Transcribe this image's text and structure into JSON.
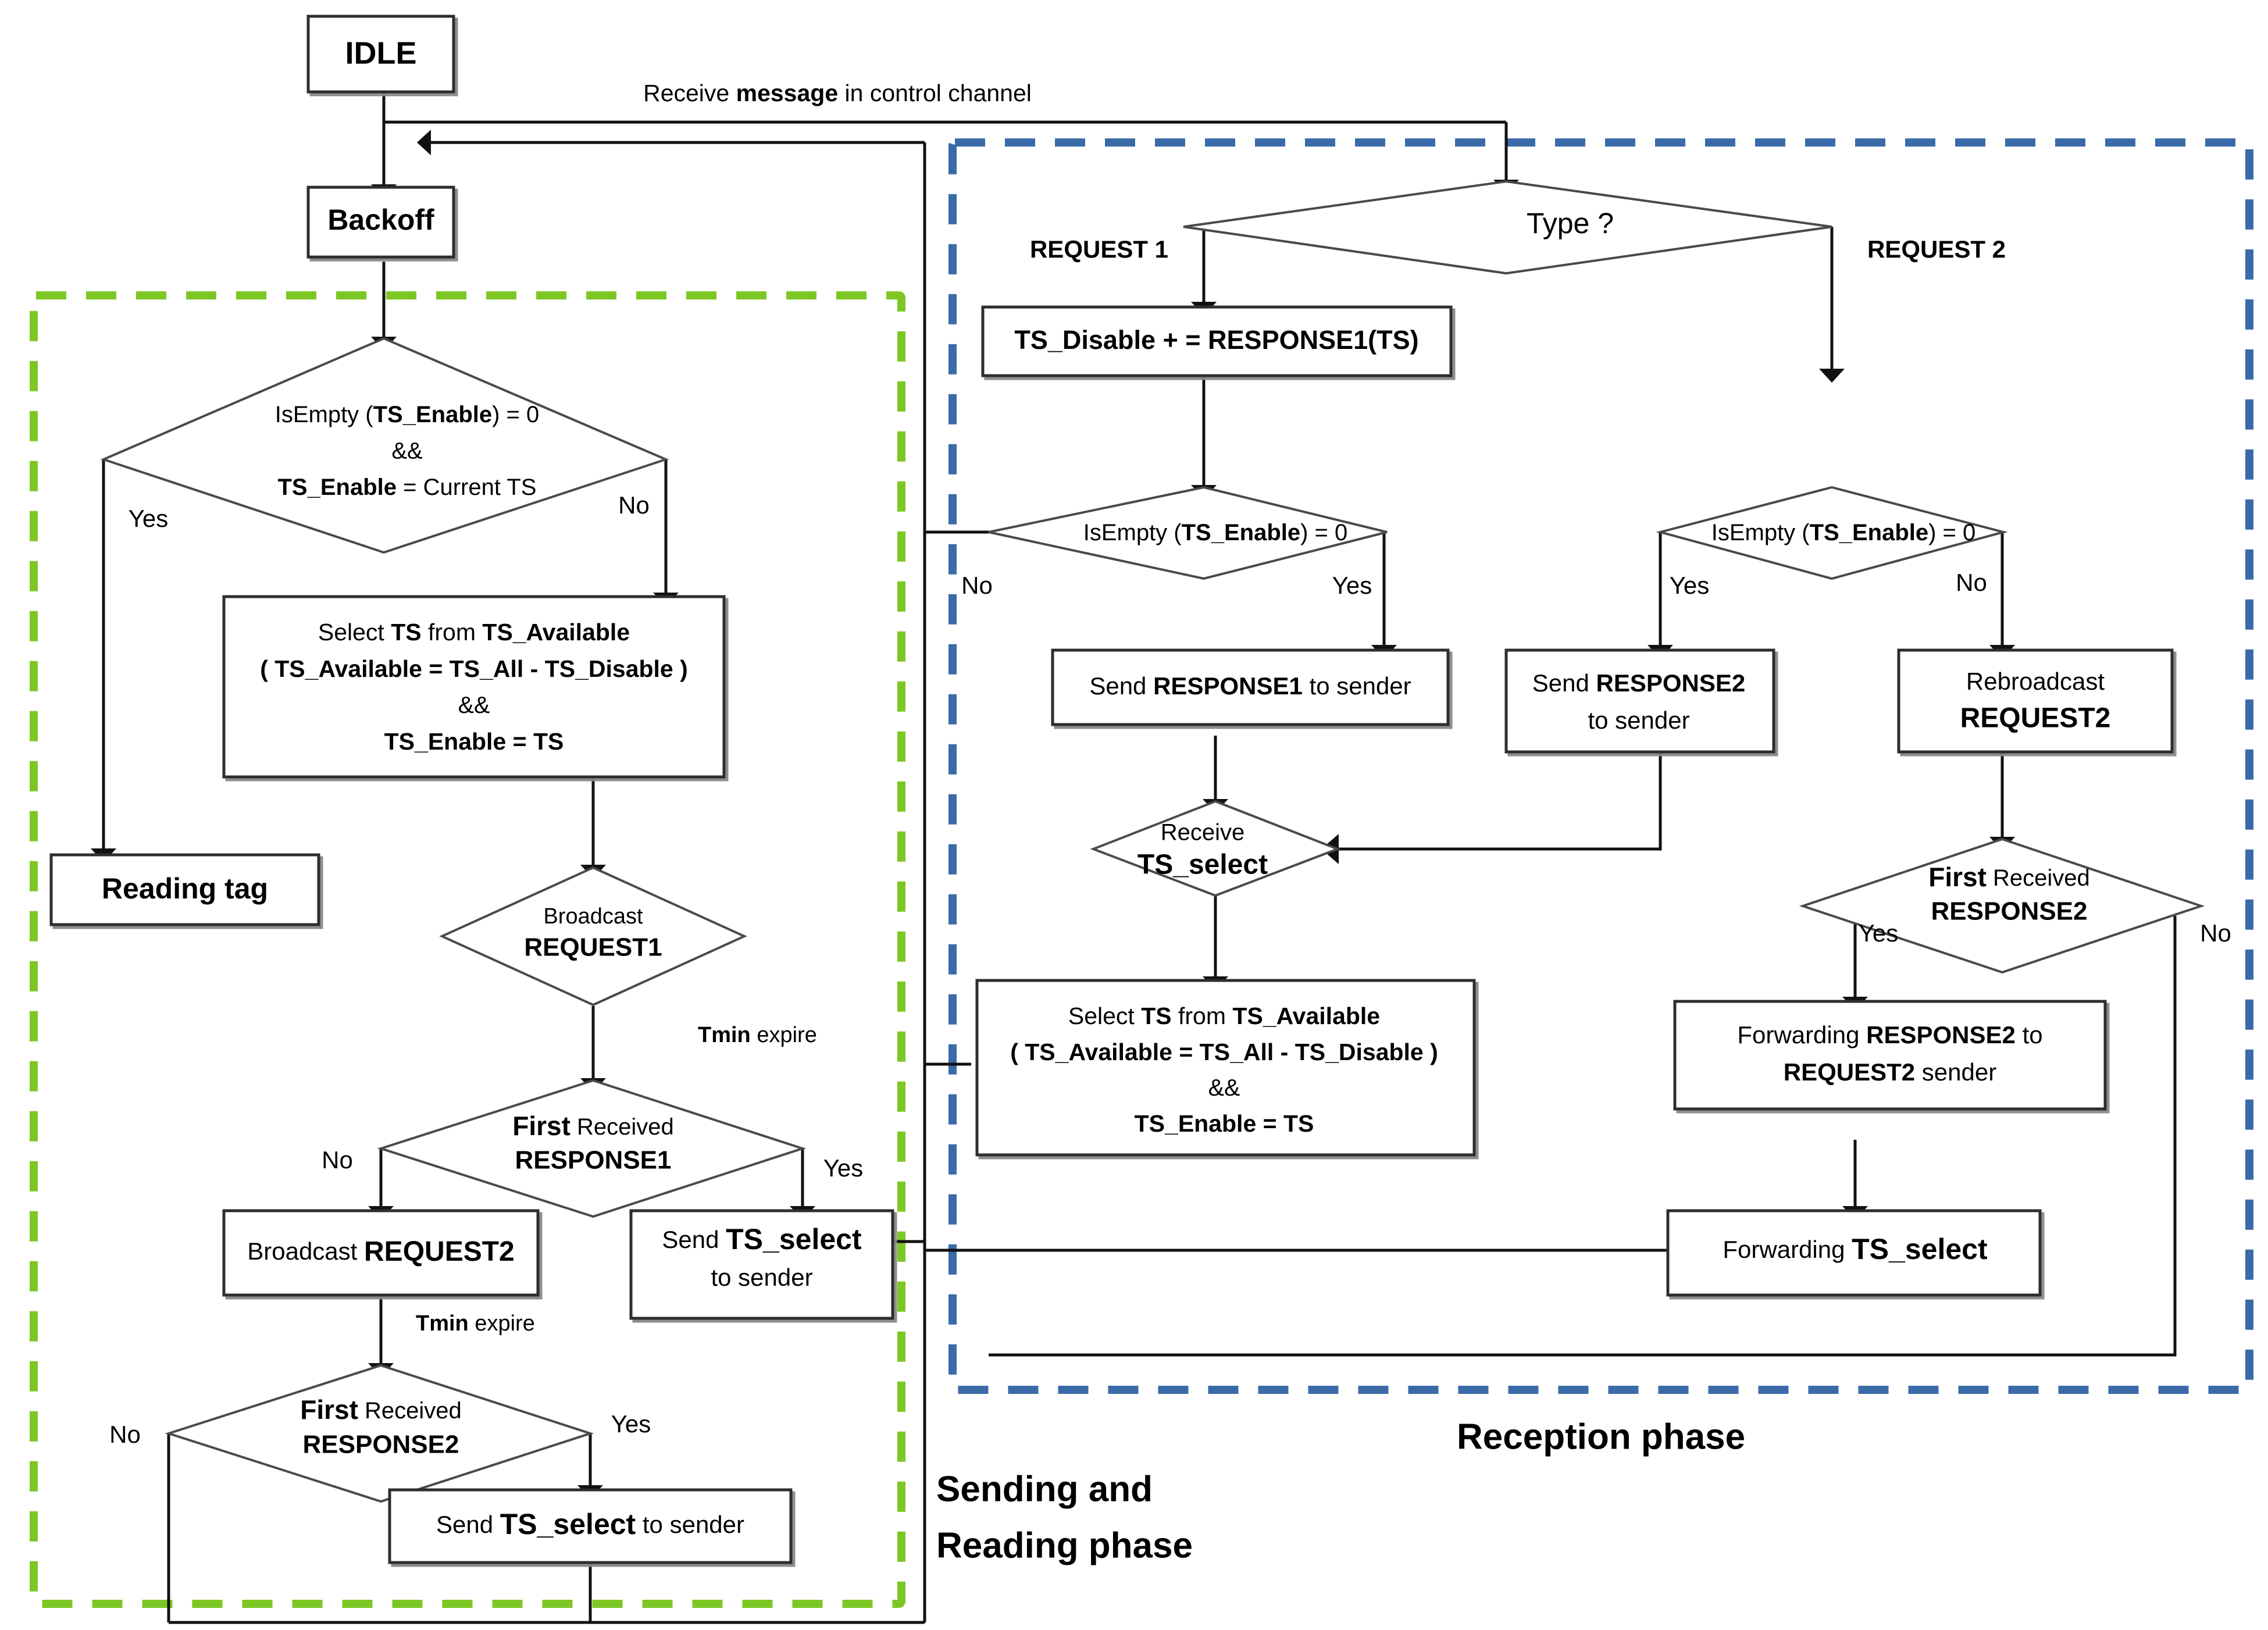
{
  "diagram": {
    "title": "Time-slot selection protocol state flowchart",
    "colors": {
      "sending_phase_border": "#7DC724",
      "sending_phase_label": "#7DC724",
      "reception_phase_border": "#3A6BA8",
      "reception_phase_label": "#2E5C9E",
      "shape_stroke": "#3a3a3a",
      "shape_fill": "#ffffff",
      "connector": "#1a1a1a"
    },
    "phases": [
      {
        "id": "sending",
        "label_line1": "Sending and",
        "label_line2": "Reading phase"
      },
      {
        "id": "reception",
        "label_line1": "Reception phase",
        "label_line2": ""
      }
    ],
    "nodes": {
      "idle": {
        "label": "IDLE",
        "shape": "process"
      },
      "backoff": {
        "label": "Backoff",
        "shape": "process"
      },
      "dec_enable_current": {
        "shape": "decision",
        "lines": [
          {
            "parts": [
              {
                "t": "IsEmpty (",
                "b": false
              },
              {
                "t": "TS_Enable",
                "b": true
              },
              {
                "t": ") = 0",
                "b": false
              }
            ]
          },
          {
            "parts": [
              {
                "t": "&&",
                "b": false
              }
            ]
          },
          {
            "parts": [
              {
                "t": "TS_Enable",
                "b": true
              },
              {
                "t": " = Current TS",
                "b": false
              }
            ]
          }
        ],
        "yes_label": "Yes",
        "no_label": "No"
      },
      "reading_tag": {
        "label": "Reading tag",
        "shape": "process"
      },
      "select_ts_left": {
        "shape": "process",
        "lines": [
          {
            "parts": [
              {
                "t": "Select  ",
                "b": false
              },
              {
                "t": "TS",
                "b": true
              },
              {
                "t": " from ",
                "b": false
              },
              {
                "t": "TS_Available",
                "b": true
              }
            ]
          },
          {
            "parts": [
              {
                "t": "( TS_Available = TS_All - TS_Disable )",
                "b": true
              }
            ]
          },
          {
            "parts": [
              {
                "t": "&&",
                "b": false
              }
            ]
          },
          {
            "parts": [
              {
                "t": "TS_Enable",
                "b": true
              },
              {
                "t": " = TS",
                "b": true
              }
            ]
          }
        ]
      },
      "broadcast_request1": {
        "shape": "decision",
        "lines": [
          {
            "parts": [
              {
                "t": "Broadcast",
                "b": false
              }
            ]
          },
          {
            "parts": [
              {
                "t": "REQUEST1",
                "b": true
              }
            ]
          }
        ],
        "edge_label": "Tmin expire"
      },
      "first_resp1": {
        "shape": "decision",
        "lines": [
          {
            "parts": [
              {
                "t": "First",
                "b": true
              },
              {
                "t": " Received",
                "b": false
              }
            ]
          },
          {
            "parts": [
              {
                "t": "RESPONSE1",
                "b": true
              }
            ]
          }
        ],
        "no_label": "No",
        "yes_label": "Yes"
      },
      "broadcast_request2": {
        "shape": "process",
        "lines": [
          {
            "parts": [
              {
                "t": "Broadcast ",
                "b": false
              },
              {
                "t": "REQUEST2",
                "b": true
              }
            ]
          }
        ],
        "edge_label": "Tmin expire"
      },
      "send_tsselect_sender_a": {
        "shape": "process",
        "lines": [
          {
            "parts": [
              {
                "t": "Send ",
                "b": false
              },
              {
                "t": "TS_select",
                "b": true
              }
            ]
          },
          {
            "parts": [
              {
                "t": "to sender",
                "b": false
              }
            ]
          }
        ]
      },
      "first_resp2_left": {
        "shape": "decision",
        "lines": [
          {
            "parts": [
              {
                "t": "First",
                "b": true
              },
              {
                "t": " Received",
                "b": false
              }
            ]
          },
          {
            "parts": [
              {
                "t": "RESPONSE2",
                "b": true
              }
            ]
          }
        ],
        "no_label": "No",
        "yes_label": "Yes"
      },
      "send_tsselect_sender_b": {
        "shape": "process",
        "lines": [
          {
            "parts": [
              {
                "t": "Send ",
                "b": false
              },
              {
                "t": "TS_select",
                "b": true
              },
              {
                "t": " to sender",
                "b": false
              }
            ]
          }
        ]
      },
      "type_decision": {
        "shape": "decision",
        "lines": [
          {
            "parts": [
              {
                "t": "Type ?",
                "b": false
              }
            ]
          }
        ],
        "branch_left": "REQUEST 1",
        "branch_right": "REQUEST 2"
      },
      "ts_disable_add": {
        "shape": "process",
        "lines": [
          {
            "parts": [
              {
                "t": "TS_Disable + =  RESPONSE1(TS)",
                "b": true
              }
            ]
          }
        ]
      },
      "isempty_mid": {
        "shape": "decision",
        "lines": [
          {
            "parts": [
              {
                "t": "IsEmpty (",
                "b": false
              },
              {
                "t": "TS_Enable",
                "b": true
              },
              {
                "t": ") = 0",
                "b": false
              }
            ]
          }
        ],
        "no_label": "No",
        "yes_label": "Yes"
      },
      "send_response1": {
        "shape": "process",
        "lines": [
          {
            "parts": [
              {
                "t": "Send ",
                "b": false
              },
              {
                "t": "RESPONSE1",
                "b": true
              },
              {
                "t": " to sender",
                "b": false
              }
            ]
          }
        ]
      },
      "receive_tsselect": {
        "shape": "decision",
        "lines": [
          {
            "parts": [
              {
                "t": "Receive",
                "b": false
              }
            ]
          },
          {
            "parts": [
              {
                "t": "TS_select",
                "b": true
              }
            ]
          }
        ]
      },
      "select_ts_right": {
        "shape": "process",
        "lines": [
          {
            "parts": [
              {
                "t": "Select  ",
                "b": false
              },
              {
                "t": "TS",
                "b": true
              },
              {
                "t": " from ",
                "b": false
              },
              {
                "t": "TS_Available",
                "b": true
              }
            ]
          },
          {
            "parts": [
              {
                "t": "( TS_Available = TS_All - TS_Disable )",
                "b": true
              }
            ]
          },
          {
            "parts": [
              {
                "t": "&&",
                "b": false
              }
            ]
          },
          {
            "parts": [
              {
                "t": "TS_Enable",
                "b": true
              },
              {
                "t": " = TS",
                "b": true
              }
            ]
          }
        ]
      },
      "isempty_right": {
        "shape": "decision",
        "lines": [
          {
            "parts": [
              {
                "t": "IsEmpty (",
                "b": false
              },
              {
                "t": "TS_Enable",
                "b": true
              },
              {
                "t": ") = 0",
                "b": false
              }
            ]
          }
        ],
        "yes_label": "Yes",
        "no_label": "No"
      },
      "send_response2": {
        "shape": "process",
        "lines": [
          {
            "parts": [
              {
                "t": "Send ",
                "b": false
              },
              {
                "t": "RESPONSE2",
                "b": true
              }
            ]
          },
          {
            "parts": [
              {
                "t": "to sender",
                "b": false
              }
            ]
          }
        ]
      },
      "rebroadcast_request2": {
        "shape": "process",
        "lines": [
          {
            "parts": [
              {
                "t": "Rebroadcast",
                "b": false
              }
            ]
          },
          {
            "parts": [
              {
                "t": "REQUEST2",
                "b": true
              }
            ]
          }
        ]
      },
      "first_resp2_right": {
        "shape": "decision",
        "lines": [
          {
            "parts": [
              {
                "t": "First",
                "b": true
              },
              {
                "t": " Received",
                "b": false
              }
            ]
          },
          {
            "parts": [
              {
                "t": "RESPONSE2",
                "b": true
              }
            ]
          }
        ],
        "yes_label": "Yes",
        "no_label": "No"
      },
      "forward_response2": {
        "shape": "process",
        "lines": [
          {
            "parts": [
              {
                "t": "Forwarding ",
                "b": false
              },
              {
                "t": "RESPONSE2",
                "b": true
              },
              {
                "t": " to",
                "b": false
              }
            ]
          },
          {
            "parts": [
              {
                "t": "REQUEST2",
                "b": true
              },
              {
                "t": " sender",
                "b": false
              }
            ]
          }
        ]
      },
      "forward_tsselect": {
        "shape": "process",
        "lines": [
          {
            "parts": [
              {
                "t": "Forwarding ",
                "b": false
              },
              {
                "t": "TS_select",
                "b": true
              }
            ]
          }
        ]
      }
    },
    "edge_labels": {
      "receive_message": {
        "parts": [
          {
            "t": "Receive ",
            "b": false
          },
          {
            "t": "message",
            "b": true
          },
          {
            "t": " in control channel",
            "b": false
          }
        ]
      },
      "tmin_expire_1": "Tmin expire",
      "tmin_expire_2": "Tmin expire",
      "request1": "REQUEST 1",
      "request2": "REQUEST 2",
      "yes": "Yes",
      "no": "No"
    }
  }
}
